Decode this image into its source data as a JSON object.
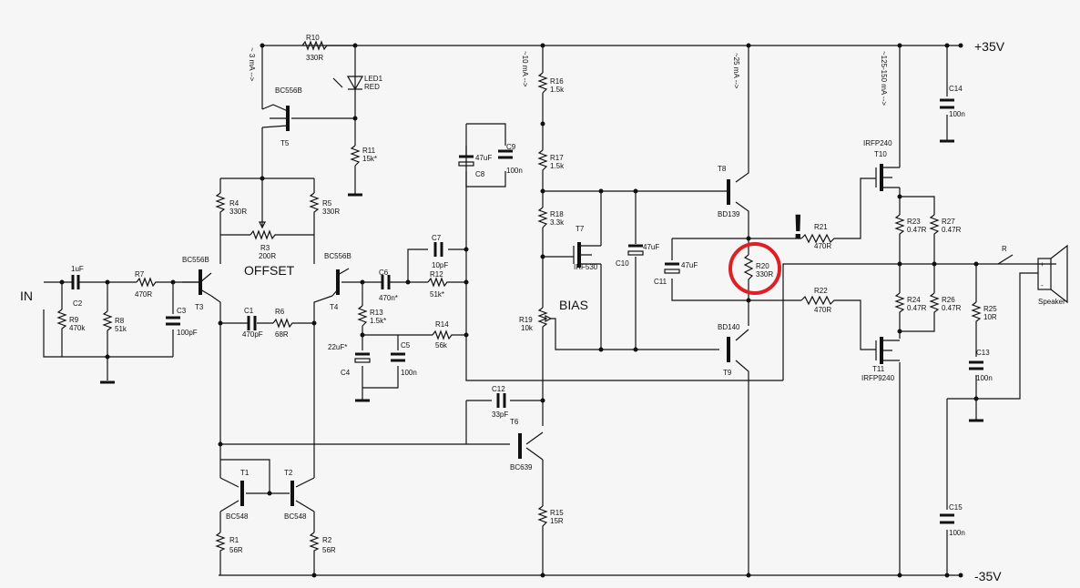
{
  "rails": {
    "positive": "+35V",
    "negative": "-35V"
  },
  "input": {
    "label": "IN"
  },
  "currents": {
    "input_stage": "~ 3 mA -->",
    "vas": "~10 mA -->",
    "driver": "~25 mA -->",
    "output": "~125-150 mA -->"
  },
  "annotations": {
    "offset": "OFFSET",
    "bias": "BIAS",
    "warning": "!"
  },
  "speaker": {
    "label": "Speaker",
    "switch": "R",
    "plus": "+",
    "minus": "-"
  },
  "resistors": {
    "R1": {
      "name": "R1",
      "value": "56R"
    },
    "R2": {
      "name": "R2",
      "value": "56R"
    },
    "R3": {
      "name": "R3",
      "value": "200R"
    },
    "R4": {
      "name": "R4",
      "value": "330R"
    },
    "R5": {
      "name": "R5",
      "value": "330R"
    },
    "R6": {
      "name": "R6",
      "value": "68R"
    },
    "R7": {
      "name": "R7",
      "value": "470R"
    },
    "R8": {
      "name": "R8",
      "value": "51k"
    },
    "R9": {
      "name": "R9",
      "value": "470k"
    },
    "R10": {
      "name": "R10",
      "value": "330R"
    },
    "R11": {
      "name": "R11",
      "value": "15k*"
    },
    "R12": {
      "name": "R12",
      "value": "51k*"
    },
    "R13": {
      "name": "R13",
      "value": "1.5k*"
    },
    "R14": {
      "name": "R14",
      "value": "56k"
    },
    "R15": {
      "name": "R15",
      "value": "15R"
    },
    "R16": {
      "name": "R16",
      "value": "1.5k"
    },
    "R17": {
      "name": "R17",
      "value": "1.5k"
    },
    "R18": {
      "name": "R18",
      "value": "3.3k"
    },
    "R19": {
      "name": "R19",
      "value": "10k"
    },
    "R20": {
      "name": "R20",
      "value": "330R"
    },
    "R21": {
      "name": "R21",
      "value": "470R"
    },
    "R22": {
      "name": "R22",
      "value": "470R"
    },
    "R23": {
      "name": "R23",
      "value": "0.47R"
    },
    "R24": {
      "name": "R24",
      "value": "0.47R"
    },
    "R25": {
      "name": "R25",
      "value": "10R"
    },
    "R26": {
      "name": "R26",
      "value": "0.47R"
    },
    "R27": {
      "name": "R27",
      "value": "0.47R"
    }
  },
  "capacitors": {
    "C1": {
      "name": "C1",
      "value": "470pF"
    },
    "C2": {
      "name": "C2",
      "value": "1uF"
    },
    "C3": {
      "name": "C3",
      "value": "100pF"
    },
    "C4": {
      "name": "C4",
      "value": "22uF*"
    },
    "C5": {
      "name": "C5",
      "value": "100n"
    },
    "C6": {
      "name": "C6",
      "value": "470n*"
    },
    "C7": {
      "name": "C7",
      "value": "10pF"
    },
    "C8": {
      "name": "C8",
      "value": "47uF"
    },
    "C9": {
      "name": "C9",
      "value": "100n"
    },
    "C10": {
      "name": "C10",
      "value": "47uF"
    },
    "C11": {
      "name": "C11",
      "value": "47uF"
    },
    "C12": {
      "name": "C12",
      "value": "33pF"
    },
    "C13": {
      "name": "C13",
      "value": "100n"
    },
    "C14": {
      "name": "C14",
      "value": "100n"
    },
    "C15": {
      "name": "C15",
      "value": "100n"
    }
  },
  "transistors": {
    "T1": {
      "name": "T1",
      "part": "BC548"
    },
    "T2": {
      "name": "T2",
      "part": "BC548"
    },
    "T3": {
      "name": "T3",
      "part": "BC556B"
    },
    "T4": {
      "name": "T4",
      "part": "BC556B"
    },
    "T5": {
      "name": "T5",
      "part": "BC556B"
    },
    "T6": {
      "name": "T6",
      "part": "BC639"
    },
    "T7": {
      "name": "T7",
      "part": "IRF530"
    },
    "T8": {
      "name": "T8",
      "part": "BD139"
    },
    "T9": {
      "name": "T9",
      "part": "BD140"
    },
    "T10": {
      "name": "T10",
      "part": "IRFP240"
    },
    "T11": {
      "name": "T11",
      "part": "IRFP9240"
    }
  },
  "led": {
    "name": "LED1",
    "color": "RED"
  },
  "highlight_color": "#dd1f26"
}
